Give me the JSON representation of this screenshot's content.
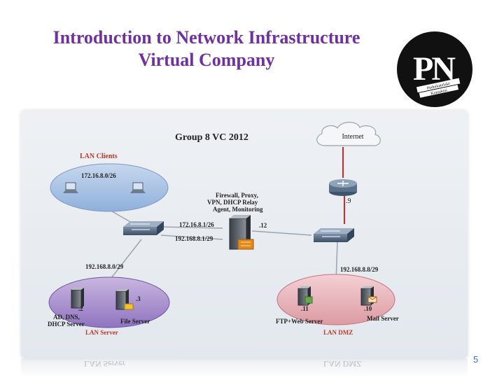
{
  "slide": {
    "title_line1": "Introduction to Network Infrastructure",
    "title_line2": "Virtual Company",
    "logo_text": "PN",
    "logo_tagline_1": "Podnikatelské",
    "logo_tagline_2": "Kontaktní",
    "page_number": "5"
  },
  "diagram": {
    "heading": "Group 8 VC 2012",
    "cloud_label": "Internet",
    "lan_clients_label": "LAN Clients",
    "lan_clients_subnet": "172.16.8.0/26",
    "firewall_desc_1": "Firewall, Proxy,",
    "firewall_desc_2": "VPN, DHCP Relay",
    "firewall_desc_3": "Agent, Monitoring",
    "router_ip": ".9",
    "fw_ip_lan_clients": "172.16.8.1/26",
    "fw_ip_dmz": ".12",
    "fw_ip_lan_server": "192.168.8.1/29",
    "lan_server_subnet": "192.168.8.0/29",
    "dmz_subnet": "192.168.8.8/29",
    "ad_server_ip": ".2",
    "file_server_ip": ".3",
    "ad_server_label_1": "AD, DNS,",
    "ad_server_label_2": "DHCP Server",
    "file_server_label": "File Server",
    "lan_server_label": "LAN Server",
    "ftp_server_ip": ".11",
    "mail_server_ip": ".10",
    "ftp_server_label": "FTP+Web Server",
    "mail_server_label": "Mail Server",
    "lan_dmz_label": "LAN DMZ",
    "reflection_left": "LAN Server",
    "reflection_right": "LAN DMZ"
  },
  "colors": {
    "title": "#7030a0",
    "zone_label": "#c0392b",
    "wan_link": "#d62828",
    "page_number": "#4472c4"
  }
}
